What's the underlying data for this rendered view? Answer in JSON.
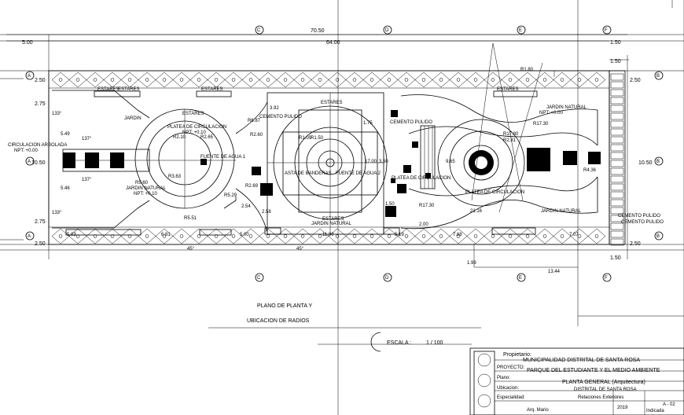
{
  "dimensions": {
    "total_length": "70.50",
    "inner_length": "64.00",
    "left_offset": "5.00",
    "right_offset": "1.50",
    "right_offset_bottom": "1.50",
    "side_top": "2.50",
    "side_top_right": "2.50",
    "bottom_left": "2.50",
    "bottom_right": "2.50",
    "width_left": "10.50",
    "width_right": "10.50",
    "half_top": "2.75",
    "half_bottom": "2.75",
    "bottom_chain": [
      "5.03",
      "6.81",
      "5.00",
      "11.00",
      "5.19",
      "7.68",
      "7.07"
    ],
    "dim_1344": "13.44",
    "dim_1_99": "1.99",
    "dim_2_00": "2.00",
    "dim_1_50": "1.50",
    "dim_1_75": "1.75",
    "dim_3_50": "3.50",
    "dim_17_00": "17.00",
    "dim_3_92": "3.92",
    "dim_21_16": "21.16",
    "dim_2_54": "2.54",
    "dim_2_58": "2.58",
    "dim_5_49": "5.49",
    "dim_5_46": "5.46",
    "dim_9_65": "9.65"
  },
  "angles": [
    "133°",
    "137°",
    "137°",
    "133°",
    "45°",
    "45°"
  ],
  "radii": [
    "R2.10",
    "R2.65",
    "R5.60",
    "R5.51",
    "R3.63",
    "R2.69",
    "R5.29",
    "R2.60",
    "R1.00",
    "R1.50",
    "R6.87",
    "R17.30",
    "R17.30",
    "R17.80",
    "R2.81",
    "R1.80",
    "R4.36"
  ],
  "labels": {
    "estares_top_1": "ESTARES",
    "estares_top_2": "ESTARES",
    "estares_top_3": "ESTARES",
    "estares_top_4": "ESTARES",
    "estares_mid": "ESTARES",
    "estares_right": "ESTARES",
    "estares_bottom": "ESTARES",
    "circulacion_arbolada": "CIRCULACION ARBOLADA",
    "circulacion_arbolada_npt": "NPT: +0.00",
    "jardin_1": "JARDIN",
    "plateas_circulacion_1": "PLATEA DE CIRCULACION",
    "npt_1": "NPT: +0.10",
    "fuente_agua_1": "FUENTE DE AGUA 1",
    "jardin_natural_1": "JARDIN NATURAL",
    "jardin_natural_1_npt": "NPT: +0.10",
    "cemento_pulido_1": "CEMENTO PULIDO",
    "asta_banderas": "ASTA DE BANDERAS",
    "fuente_agua_2": "FUENTE DE AGUA 2",
    "platea_circulacion_2": "PLATEA DE CIRCULACION",
    "jardin_natural_2": "JARDIN NATURAL",
    "cemento_pulido_2": "CEMENTO PULIDO",
    "jardin_natural_3": "JARDIN NATURAL",
    "jardin_natural_3_npt": "NPT: +0.00",
    "platea_circulacion_3": "PLATEA DE CIRCULACION",
    "jardin_natural_4": "JARDIN NATURAL",
    "cemento_pulido_3": "CEMENTO PULIDO",
    "cemento_pulido_4": "CEMENTO PULIDO"
  },
  "axes": {
    "top": [
      "C",
      "D",
      "E",
      "F"
    ],
    "bottom": [
      "C",
      "D",
      "E",
      "F"
    ],
    "left": "A",
    "right": "B"
  },
  "plan_title": {
    "line1": "PLANO DE PLANTA Y",
    "line2": "UBICACION DE RADIOS",
    "scale_label": "ESCALA :",
    "scale_value": "1 / 100"
  },
  "title_block": {
    "owner_label": "Propietario:",
    "owner": "MUNICIPALIDAD DISTRITAL DE SANTA ROSA",
    "project_label": "PROYECTO:",
    "project": "PARQUE DEL ESTUDIANTE Y EL MEDIO AMBIENTE",
    "plan_label": "Plano:",
    "plan": "PLANTA GENERAL (Arquitectura)",
    "location_label": "Ubicacion:",
    "location": "DISTRITAL DE SANTA ROSA",
    "specialty_label": "Especialidad:",
    "specialty": "Relaciones Exteriores",
    "designer": "Arq. Mario",
    "date": "2019",
    "scale": "Indicada",
    "sheet": "A - 02"
  }
}
